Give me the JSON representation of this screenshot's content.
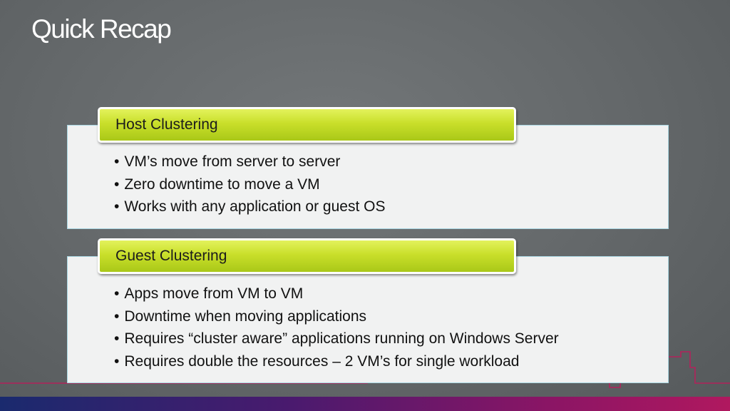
{
  "slide": {
    "title": "Quick Recap"
  },
  "host_clustering": {
    "header": "Host Clustering",
    "bullets": [
      "VM’s move from server to server",
      "Zero downtime to move a VM",
      "Works with any application or guest OS"
    ]
  },
  "guest_clustering": {
    "header": "Guest Clustering",
    "bullets": [
      "Apps move from VM to VM",
      "Downtime when moving applications",
      "Requires “cluster aware” applications running on Windows Server",
      "Requires double the resources – 2 VM’s for single workload"
    ]
  },
  "colors": {
    "header_green": "#c9df2a",
    "panel_background": "#f1f2f2",
    "panel_border": "#a9d7e3",
    "accent_line": "#c2185b"
  }
}
